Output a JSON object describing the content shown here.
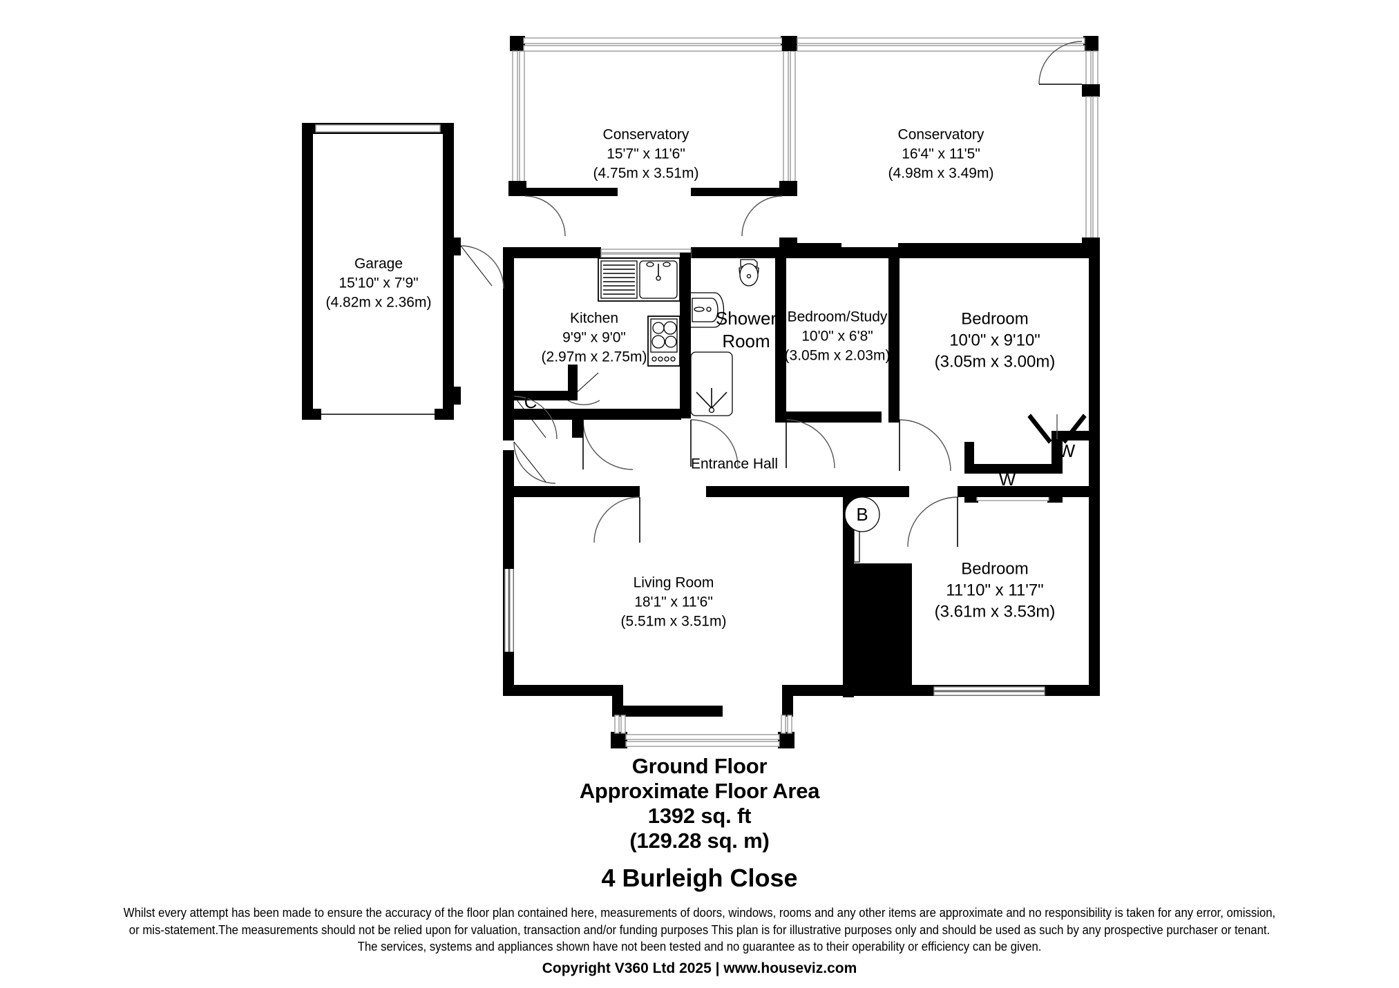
{
  "document": {
    "type": "floor-plan",
    "level_title": "Ground Floor",
    "area_caption": "Approximate Floor Area",
    "area_sqft": "1392 sq. ft",
    "area_sqm": "(129.28 sq. m)",
    "address": "4 Burleigh Close"
  },
  "rooms": [
    {
      "id": "conservatory-left",
      "name": "Conservatory",
      "dim_imperial": "15'7\" x 11'6\"",
      "dim_metric": "(4.75m x 3.51m)"
    },
    {
      "id": "conservatory-right",
      "name": "Conservatory",
      "dim_imperial": "16'4\" x 11'5\"",
      "dim_metric": "(4.98m x 3.49m)"
    },
    {
      "id": "garage",
      "name": "Garage",
      "dim_imperial": "15'10\" x 7'9\"",
      "dim_metric": "(4.82m x 2.36m)"
    },
    {
      "id": "kitchen",
      "name": "Kitchen",
      "dim_imperial": "9'9\" x 9'0\"",
      "dim_metric": "(2.97m x 2.75m)"
    },
    {
      "id": "shower-room",
      "name_line1": "Shower",
      "name_line2": "Room",
      "dim_imperial": "",
      "dim_metric": ""
    },
    {
      "id": "bedroom-study",
      "name": "Bedroom/Study",
      "dim_imperial": "10'0\" x 6'8\"",
      "dim_metric": "(3.05m x 2.03m)"
    },
    {
      "id": "bedroom-top-right",
      "name": "Bedroom",
      "dim_imperial": "10'0\" x 9'10\"",
      "dim_metric": "(3.05m x 3.00m)"
    },
    {
      "id": "bedroom-bottom-right",
      "name": "Bedroom",
      "dim_imperial": "11'10\" x 11'7\"",
      "dim_metric": "(3.61m x 3.53m)"
    },
    {
      "id": "living-room",
      "name": "Living Room",
      "dim_imperial": "18'1\" x 11'6\"",
      "dim_metric": "(5.51m x 3.51m)"
    },
    {
      "id": "entrance-hall",
      "name": "Entrance Hall",
      "dim_imperial": "",
      "dim_metric": ""
    }
  ],
  "markers": [
    {
      "id": "cupboard",
      "label": "C"
    },
    {
      "id": "wardrobe-lower",
      "label": "W"
    },
    {
      "id": "wardrobe-upper",
      "label": "W"
    },
    {
      "id": "boiler",
      "label": "B"
    }
  ],
  "disclaimer": {
    "line1": "Whilst every attempt has been made to ensure the accuracy of the floor plan contained here, measurements of doors, windows, rooms and any other items are approximate and no responsibility is taken for any error, omission,",
    "line2": "or mis-statement.The measurements should not be relied upon for valuation, transaction and/or funding purposes This plan is for illustrative purposes only and should be used as such by any prospective purchaser or tenant.",
    "line3": "The services, systems and appliances shown have not been tested and no guarantee as to their operability or efficiency can be given."
  },
  "copyright": "Copyright V360 Ltd 2025 | www.houseviz.com",
  "colors": {
    "wall": "#000000",
    "background": "#ffffff",
    "glass": "#9a9a9a",
    "text": "#000000"
  }
}
